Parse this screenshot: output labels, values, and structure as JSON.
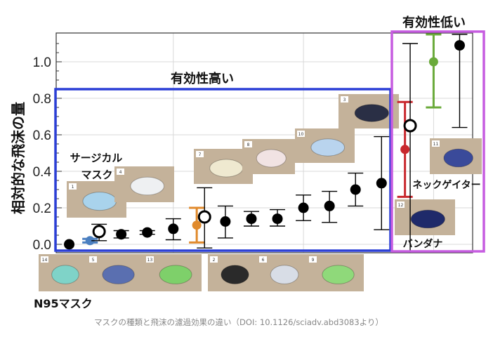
{
  "chart_data": {
    "type": "scatter",
    "ylabel": "相対的な飛沫の量",
    "xlabel": "",
    "ylim": [
      -0.05,
      1.15
    ],
    "xlim": [
      0.5,
      16.5
    ],
    "yticks": [
      "0.0",
      "0.2",
      "0.4",
      "0.6",
      "0.8",
      "1.0"
    ],
    "grid": true,
    "points": [
      {
        "x": 1.0,
        "y": 0.0,
        "lo": 0.0,
        "hi": 0.0,
        "marker": "filled",
        "color": "#000000"
      },
      {
        "x": 1.8,
        "y": 0.02,
        "lo": 0.01,
        "hi": 0.03,
        "marker": "filled",
        "color": "#4a7fc0"
      },
      {
        "x": 2.15,
        "y": 0.07,
        "lo": 0.02,
        "hi": 0.11,
        "marker": "open",
        "color": "#000000"
      },
      {
        "x": 3.0,
        "y": 0.055,
        "lo": 0.035,
        "hi": 0.075,
        "marker": "filled",
        "color": "#000000"
      },
      {
        "x": 4.0,
        "y": 0.065,
        "lo": 0.055,
        "hi": 0.075,
        "marker": "filled",
        "color": "#000000"
      },
      {
        "x": 5.0,
        "y": 0.085,
        "lo": 0.025,
        "hi": 0.14,
        "marker": "filled",
        "color": "#000000"
      },
      {
        "x": 5.9,
        "y": 0.105,
        "lo": 0.01,
        "hi": 0.2,
        "marker": "filled",
        "color": "#e08a2c"
      },
      {
        "x": 6.2,
        "y": 0.15,
        "lo": -0.02,
        "hi": 0.31,
        "marker": "open",
        "color": "#000000"
      },
      {
        "x": 7.0,
        "y": 0.125,
        "lo": 0.035,
        "hi": 0.21,
        "marker": "filled",
        "color": "#000000"
      },
      {
        "x": 8.0,
        "y": 0.14,
        "lo": 0.1,
        "hi": 0.18,
        "marker": "filled",
        "color": "#000000"
      },
      {
        "x": 9.0,
        "y": 0.14,
        "lo": 0.1,
        "hi": 0.19,
        "marker": "filled",
        "color": "#000000"
      },
      {
        "x": 10.0,
        "y": 0.2,
        "lo": 0.13,
        "hi": 0.27,
        "marker": "filled",
        "color": "#000000"
      },
      {
        "x": 11.0,
        "y": 0.21,
        "lo": 0.12,
        "hi": 0.29,
        "marker": "filled",
        "color": "#000000"
      },
      {
        "x": 12.0,
        "y": 0.3,
        "lo": 0.21,
        "hi": 0.39,
        "marker": "filled",
        "color": "#000000"
      },
      {
        "x": 13.0,
        "y": 0.335,
        "lo": 0.08,
        "hi": 0.59,
        "marker": "filled",
        "color": "#000000"
      },
      {
        "x": 13.9,
        "y": 0.52,
        "lo": 0.26,
        "hi": 0.78,
        "marker": "filled",
        "color": "#c8272d"
      },
      {
        "x": 14.1,
        "y": 0.65,
        "lo": -0.05,
        "hi": 1.1,
        "marker": "open",
        "color": "#000000"
      },
      {
        "x": 15.0,
        "y": 1.0,
        "lo": 0.75,
        "hi": 1.15,
        "marker": "filled",
        "color": "#6aaa3a"
      },
      {
        "x": 16.0,
        "y": 1.09,
        "lo": 0.64,
        "hi": 1.15,
        "marker": "filled",
        "color": "#000000"
      }
    ]
  },
  "annotations": {
    "high_label": "有効性高い",
    "low_label": "有効性低い",
    "high_color": "#2b3fd6",
    "low_color": "#c65ce0",
    "surgical_line1": "サージカル",
    "surgical_line2": "マスク",
    "neck_gaiter": "ネックゲイター",
    "bandana": "バンダナ",
    "n95": "N95マスク"
  },
  "photos": [
    {
      "number": "1",
      "mask_color": "#a9d3ec"
    },
    {
      "number": "4",
      "mask_color": "#eef0f2"
    },
    {
      "number": "7",
      "mask_color": "#efe9d0"
    },
    {
      "number": "8",
      "mask_color": "#f1e3e3"
    },
    {
      "number": "10",
      "mask_color": "#b9d4ee"
    },
    {
      "number": "3",
      "mask_color": "#2a2f45"
    },
    {
      "number": "11",
      "mask_color": "#3a4a9a"
    },
    {
      "number": "12",
      "mask_color": "#1f2a6a"
    },
    {
      "number": "14",
      "mask_color": "#7fd3c8"
    },
    {
      "number": "5",
      "mask_color": "#5a6fb0"
    },
    {
      "number": "13",
      "mask_color": "#7ed06a"
    },
    {
      "number": "2",
      "mask_color": "#2a2a2a"
    },
    {
      "number": "6",
      "mask_color": "#d8dde6"
    },
    {
      "number": "9",
      "mask_color": "#8fd97a"
    }
  ],
  "caption": "マスクの種類と飛沫の濾過効果の違い（DOI: 10.1126/sciadv.abd3083より）"
}
